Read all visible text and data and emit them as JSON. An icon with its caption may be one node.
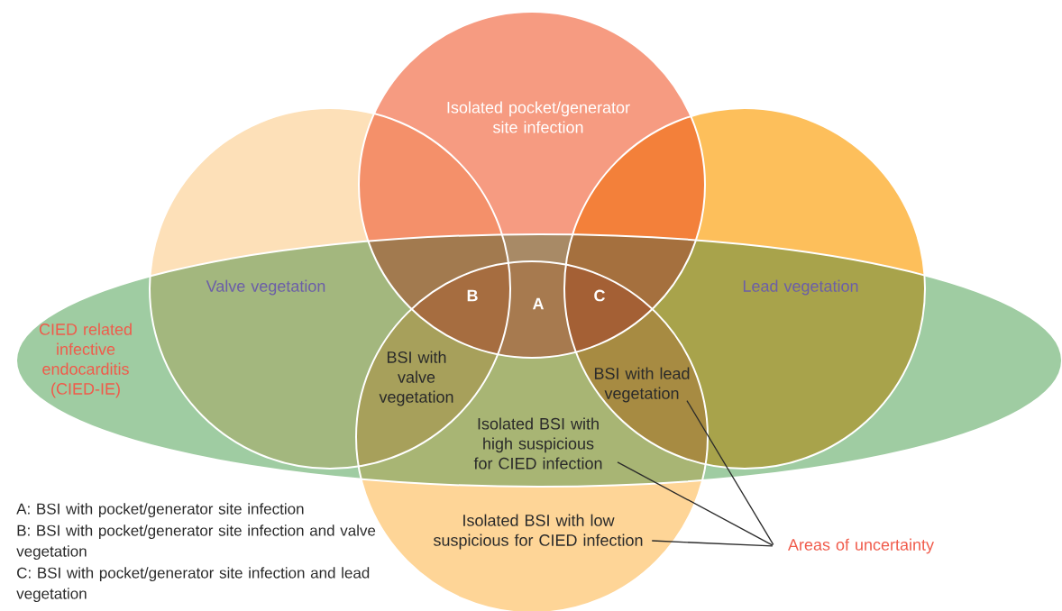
{
  "diagram": {
    "nodes": [
      {
        "text": [
          "Isolated pocket/generator site infection"
        ]
      },
      {
        "text": [
          "Valve vegetation"
        ]
      },
      {
        "text": [
          "Lead vegetation"
        ]
      },
      {
        "text": [
          "CIED related infective endocarditis (CIED-IE)"
        ]
      },
      {
        "text": [
          "Isolated BSI with low suspicious for CIED infection"
        ]
      },
      {
        "text": [
          "B"
        ]
      },
      {
        "text": [
          "A"
        ]
      },
      {
        "text": [
          "C"
        ]
      },
      {
        "text": [
          "BSI with valve vegetation"
        ]
      },
      {
        "text": [
          "BSI with lead vegetation"
        ]
      },
      {
        "text": [
          "Isolated BSI with high suspicious for CIED infection"
        ]
      },
      {
        "text": [
          "Areas of uncertainty"
        ]
      }
    ],
    "edges": [
      {
        "from": 11,
        "to": 9,
        "arrow": "none"
      },
      {
        "from": 11,
        "to": 10,
        "arrow": "none"
      },
      {
        "from": 11,
        "to": 4,
        "arrow": "none"
      }
    ],
    "labels": [
      "A: BSI with pocket/generator site infection",
      "B: BSI with pocket/generator site infection and valve vegetation",
      "C: BSI with pocket/generator site infection and lead vegetation"
    ]
  }
}
